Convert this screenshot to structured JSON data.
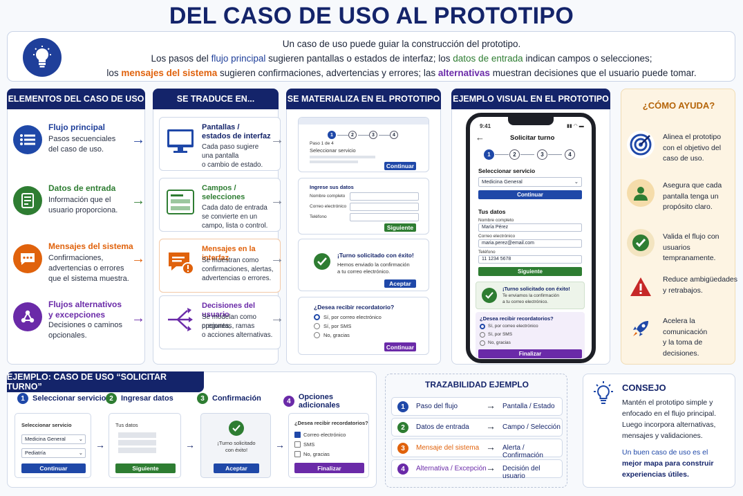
{
  "title": "DEL CASO DE USO AL PROTOTIPO",
  "intro": {
    "l1": "Un caso de uso puede guiar la construcción del prototipo.",
    "l2a": "Los pasos del ",
    "l2b": "flujo principal",
    "l2c": " sugieren pantallas o estados de interfaz; los ",
    "l2d": "datos de entrada",
    "l2e": " indican campos o selecciones;",
    "l3a": "los ",
    "l3b": "mensajes del sistema",
    "l3c": " sugieren confirmaciones, advertencias y errores; las ",
    "l3d": "alternativas",
    "l3e": " muestran decisiones que el usuario puede tomar."
  },
  "elements": {
    "header": "ELEMENTOS DEL CASO DE USO",
    "items": [
      {
        "title": "Flujo principal",
        "desc1": "Pasos secuenciales",
        "desc2": "del caso de uso."
      },
      {
        "title": "Datos de entrada",
        "desc1": "Información que el",
        "desc2": "usuario proporciona."
      },
      {
        "title": "Mensajes del sistema",
        "desc1": "Confirmaciones,",
        "desc2": "advertencias o errores",
        "desc3": "que el sistema muestra."
      },
      {
        "title1": "Flujos alternativos",
        "title2": "y excepciones",
        "desc1": "Decisiones o caminos",
        "desc2": "opcionales."
      }
    ]
  },
  "translates": {
    "header": "SE TRADUCE EN...",
    "items": [
      {
        "title1": "Pantallas /",
        "title2": "estados de interfaz",
        "desc1": "Cada paso sugiere",
        "desc2": "una pantalla",
        "desc3": "o cambio de estado."
      },
      {
        "title1": "Campos /",
        "title2": "selecciones",
        "desc1": "Cada dato de entrada",
        "desc2": "se convierte en un",
        "desc3": "campo, lista o control."
      },
      {
        "title1": "Mensajes en la interfaz",
        "desc1": "Se muestran como",
        "desc2": "confirmaciones, alertas,",
        "desc3": "advertencias o errores."
      },
      {
        "title1": "Decisiones del usuario",
        "desc1": "Se modelan como opciones,",
        "desc2": "preguntas, ramas",
        "desc3": "o acciones alternativas."
      }
    ]
  },
  "materializes": {
    "header": "SE MATERIALIZA EN EL PROTOTIPO",
    "c1": {
      "steps": [
        "1",
        "2",
        "3",
        "4"
      ],
      "paso": "Paso 1 de 4",
      "label": "Seleccionar servicio",
      "btn": "Continuar"
    },
    "c2": {
      "title": "Ingrese sus datos",
      "f1": "Nombre completo",
      "f2": "Correo electrónico",
      "f3": "Teléfono",
      "btn": "Siguiente"
    },
    "c3": {
      "title": "¡Turno solicitado con éxito!",
      "d1": "Hemos enviado la confirmación",
      "d2": "a tu correo electrónico.",
      "btn": "Aceptar"
    },
    "c4": {
      "title": "¿Desea recibir recordatorio?",
      "o1": "Sí, por correo electrónico",
      "o2": "Sí, por SMS",
      "o3": "No, gracias",
      "btn": "Continuar"
    }
  },
  "phone": {
    "header": "EJEMPLO VISUAL EN EL PROTOTIPO",
    "time": "9:41",
    "screen_title": "Solicitar turno",
    "steps": [
      "1",
      "2",
      "3",
      "4"
    ],
    "service_label": "Seleccionar servicio",
    "service_value": "Medicina General",
    "btn1": "Continuar",
    "data_label": "Tus datos",
    "f1": "Nombre completo",
    "v1": "María Pérez",
    "f2": "Correo electrónico",
    "v2": "maria.perez@email.com",
    "f3": "Teléfono",
    "v3": "11 1234 5678",
    "btn2": "Siguiente",
    "ok_title": "¡Turno solicitado con éxito!",
    "ok_d1": "Te enviamos la confirmación",
    "ok_d2": "a tu correo electrónico.",
    "q": "¿Desea recibir recordatorios?",
    "o1": "Sí, por correo electrónico",
    "o2": "Sí, por SMS",
    "o3": "No, gracias",
    "btn3": "Finalizar"
  },
  "help": {
    "header": "¿CÓMO AYUDA?",
    "items": [
      {
        "l1": "Alinea el prototipo",
        "l2": "con el objetivo del",
        "l3": "caso de uso."
      },
      {
        "l1": "Asegura que cada",
        "l2": "pantalla tenga un",
        "l3": "propósito claro."
      },
      {
        "l1": "Valida el flujo con",
        "l2": "usuarios tempranamente."
      },
      {
        "l1": "Reduce ambigüedades",
        "l2": "y retrabajos."
      },
      {
        "l1": "Acelera la comunicación",
        "l2": "y la toma de decisiones."
      }
    ]
  },
  "example": {
    "header": "EJEMPLO: CASO DE USO “SOLICITAR TURNO”",
    "steps": [
      {
        "n": "1",
        "label": "Seleccionar servicio"
      },
      {
        "n": "2",
        "label": "Ingresar datos"
      },
      {
        "n": "3",
        "label": "Confirmación"
      },
      {
        "n": "4",
        "label": "Opciones adicionales"
      }
    ],
    "c1": {
      "title": "Seleccionar servicio",
      "dd1": "Medicina General",
      "dd2": "Pediatría",
      "btn": "Continuar"
    },
    "c2": {
      "title": "Tus datos",
      "btn": "Siguiente"
    },
    "c3": {
      "l1": "¡Turno solicitado",
      "l2": "con éxito!",
      "btn": "Aceptar"
    },
    "c4": {
      "title": "¿Desea recibir recordatorios?",
      "o1": "Correo electrónico",
      "o2": "SMS",
      "o3": "No, gracias",
      "btn": "Finalizar"
    }
  },
  "trace": {
    "header": "TRAZABILIDAD EJEMPLO",
    "rows": [
      {
        "n": "1",
        "a": "Paso del flujo",
        "c": "Pantalla / Estado"
      },
      {
        "n": "2",
        "a": "Datos de entrada",
        "c": "Campo / Selección"
      },
      {
        "n": "3",
        "a": "Mensaje del sistema",
        "c": "Alerta / Confirmación"
      },
      {
        "n": "4",
        "a": "Alternativa / Excepción",
        "c": "Decisión del usuario"
      }
    ]
  },
  "tip": {
    "header": "CONSEJO",
    "l1": "Mantén el prototipo simple y",
    "l2": "enfocado en el flujo principal.",
    "l3": "Luego incorpora alternativas,",
    "l4": "mensajes y validaciones.",
    "l5a": "Un buen caso de uso es el",
    "l5b": "mejor mapa para construir",
    "l5c": "experiencias útiles."
  },
  "colors": {
    "navy": "#14246a",
    "blue": "#1f48a8",
    "green": "#2e7d32",
    "orange": "#e0620c",
    "purple": "#6a2aa8",
    "help_bg": "#fdf4e3"
  }
}
